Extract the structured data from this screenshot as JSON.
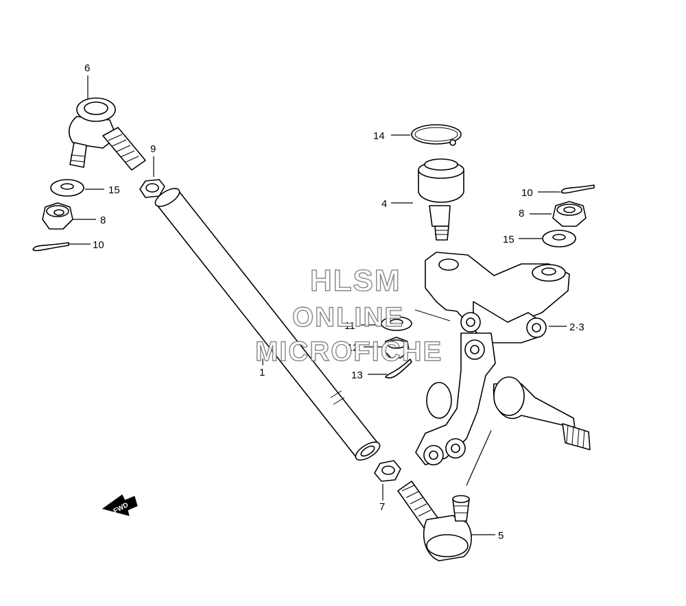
{
  "watermark": {
    "line1": "HLSM",
    "line2": "ONLINE",
    "line3": "MICROFICHE"
  },
  "direction_label": "FWD",
  "callouts": {
    "c1": "1",
    "c2_3": "2·3",
    "c4": "4",
    "c5": "5",
    "c6": "6",
    "c7": "7",
    "c8_left": "8",
    "c8_right": "8",
    "c9": "9",
    "c10_left": "10",
    "c10_right": "10",
    "c11": "11",
    "c12": "12",
    "c13": "13",
    "c14": "14",
    "c15_left": "15",
    "c15_right": "15"
  }
}
